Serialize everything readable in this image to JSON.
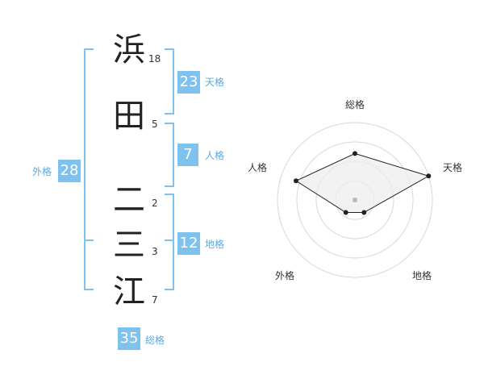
{
  "name": {
    "characters": [
      {
        "char": "浜",
        "strokes": "18"
      },
      {
        "char": "田",
        "strokes": "5"
      },
      {
        "char": "二",
        "strokes": "2"
      },
      {
        "char": "三",
        "strokes": "3"
      },
      {
        "char": "江",
        "strokes": "7"
      }
    ]
  },
  "fortunes": {
    "tenkaku": {
      "value": "23",
      "label": "天格"
    },
    "jinkaku": {
      "value": "7",
      "label": "人格"
    },
    "chikaku": {
      "value": "12",
      "label": "地格"
    },
    "gaikaku": {
      "value": "28",
      "label": "外格"
    },
    "soukaku": {
      "value": "35",
      "label": "総格"
    }
  },
  "chart_data": {
    "type": "radar",
    "axes": [
      "総格",
      "天格",
      "地格",
      "外格",
      "人格"
    ],
    "values": [
      3,
      5,
      1,
      1,
      4
    ],
    "max": 5,
    "rings": 4
  },
  "colors": {
    "accent": "#7ec3ef",
    "accent_text": "#5aa9df",
    "radar_fill": "#eeeeee",
    "radar_line": "#222222"
  }
}
